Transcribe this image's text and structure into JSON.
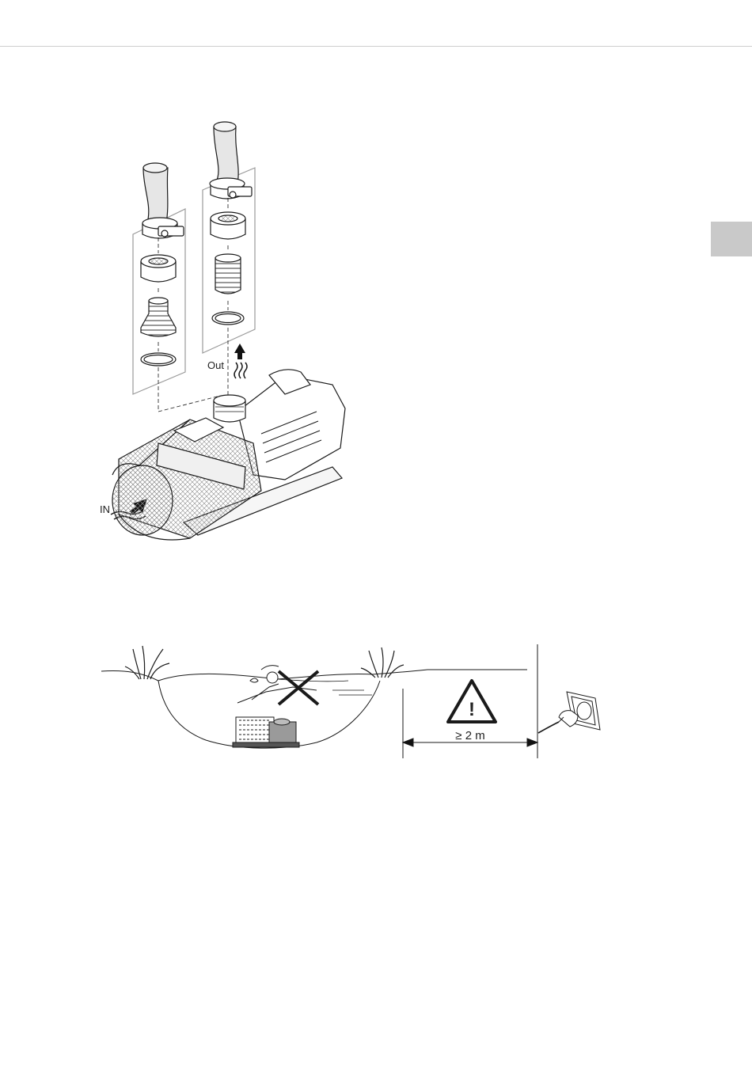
{
  "figure1": {
    "labels": {
      "out": "Out",
      "in": "IN"
    }
  },
  "figure2": {
    "distance_label": "≥ 2 m",
    "warning_symbol": "!"
  },
  "icons": [
    "pump-icon",
    "hose-icon",
    "warning-triangle-icon",
    "no-swimming-icon",
    "power-socket-icon",
    "plug-icon"
  ],
  "colors": {
    "line": "#1a1a1a",
    "tab": "#c9c9c9",
    "pump_fill": "#9a9a9a"
  }
}
